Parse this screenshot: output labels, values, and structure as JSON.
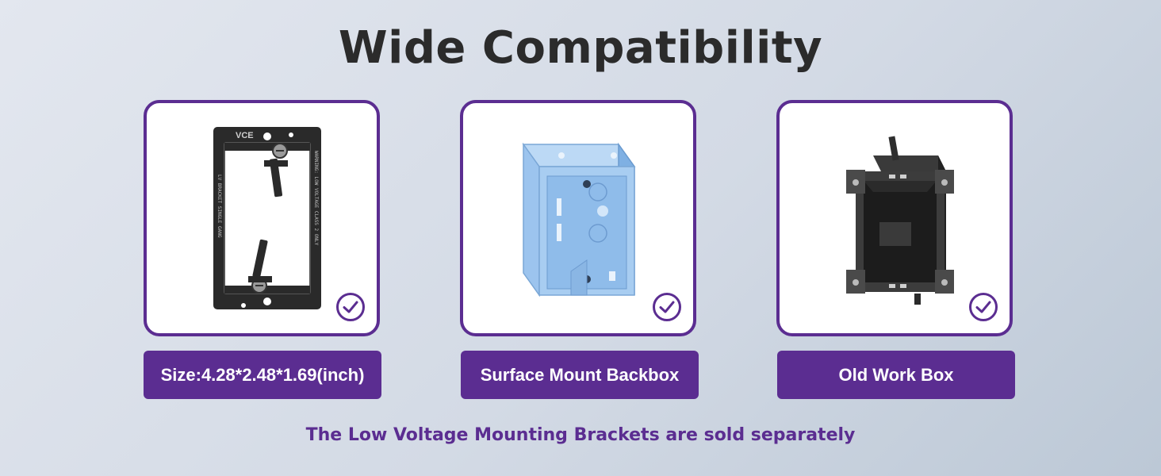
{
  "title": "Wide Compatibility",
  "products": [
    {
      "name": "mounting-bracket",
      "label": "Size:4.28*2.48*1.69(inch)",
      "checked": true
    },
    {
      "name": "surface-mount-backbox",
      "label": "Surface Mount Backbox",
      "checked": true
    },
    {
      "name": "old-work-box",
      "label": "Old Work Box",
      "checked": true
    }
  ],
  "bracket_text": {
    "logo": "VCE",
    "side_text_1": "WARNING: LOW VOLTAGE CLASS 2 ONLY",
    "side_text_2": "LV BRACKET SINGLE GANG"
  },
  "footnote": "The Low Voltage Mounting Brackets are sold separately",
  "colors": {
    "accent": "#5b2d91",
    "title_text": "#2b2b2b",
    "card_bg": "#ffffff",
    "backbox_blue": "#8fbcea",
    "bracket_black": "#2a2a2a"
  },
  "icons": [
    "check-circle-icon"
  ]
}
